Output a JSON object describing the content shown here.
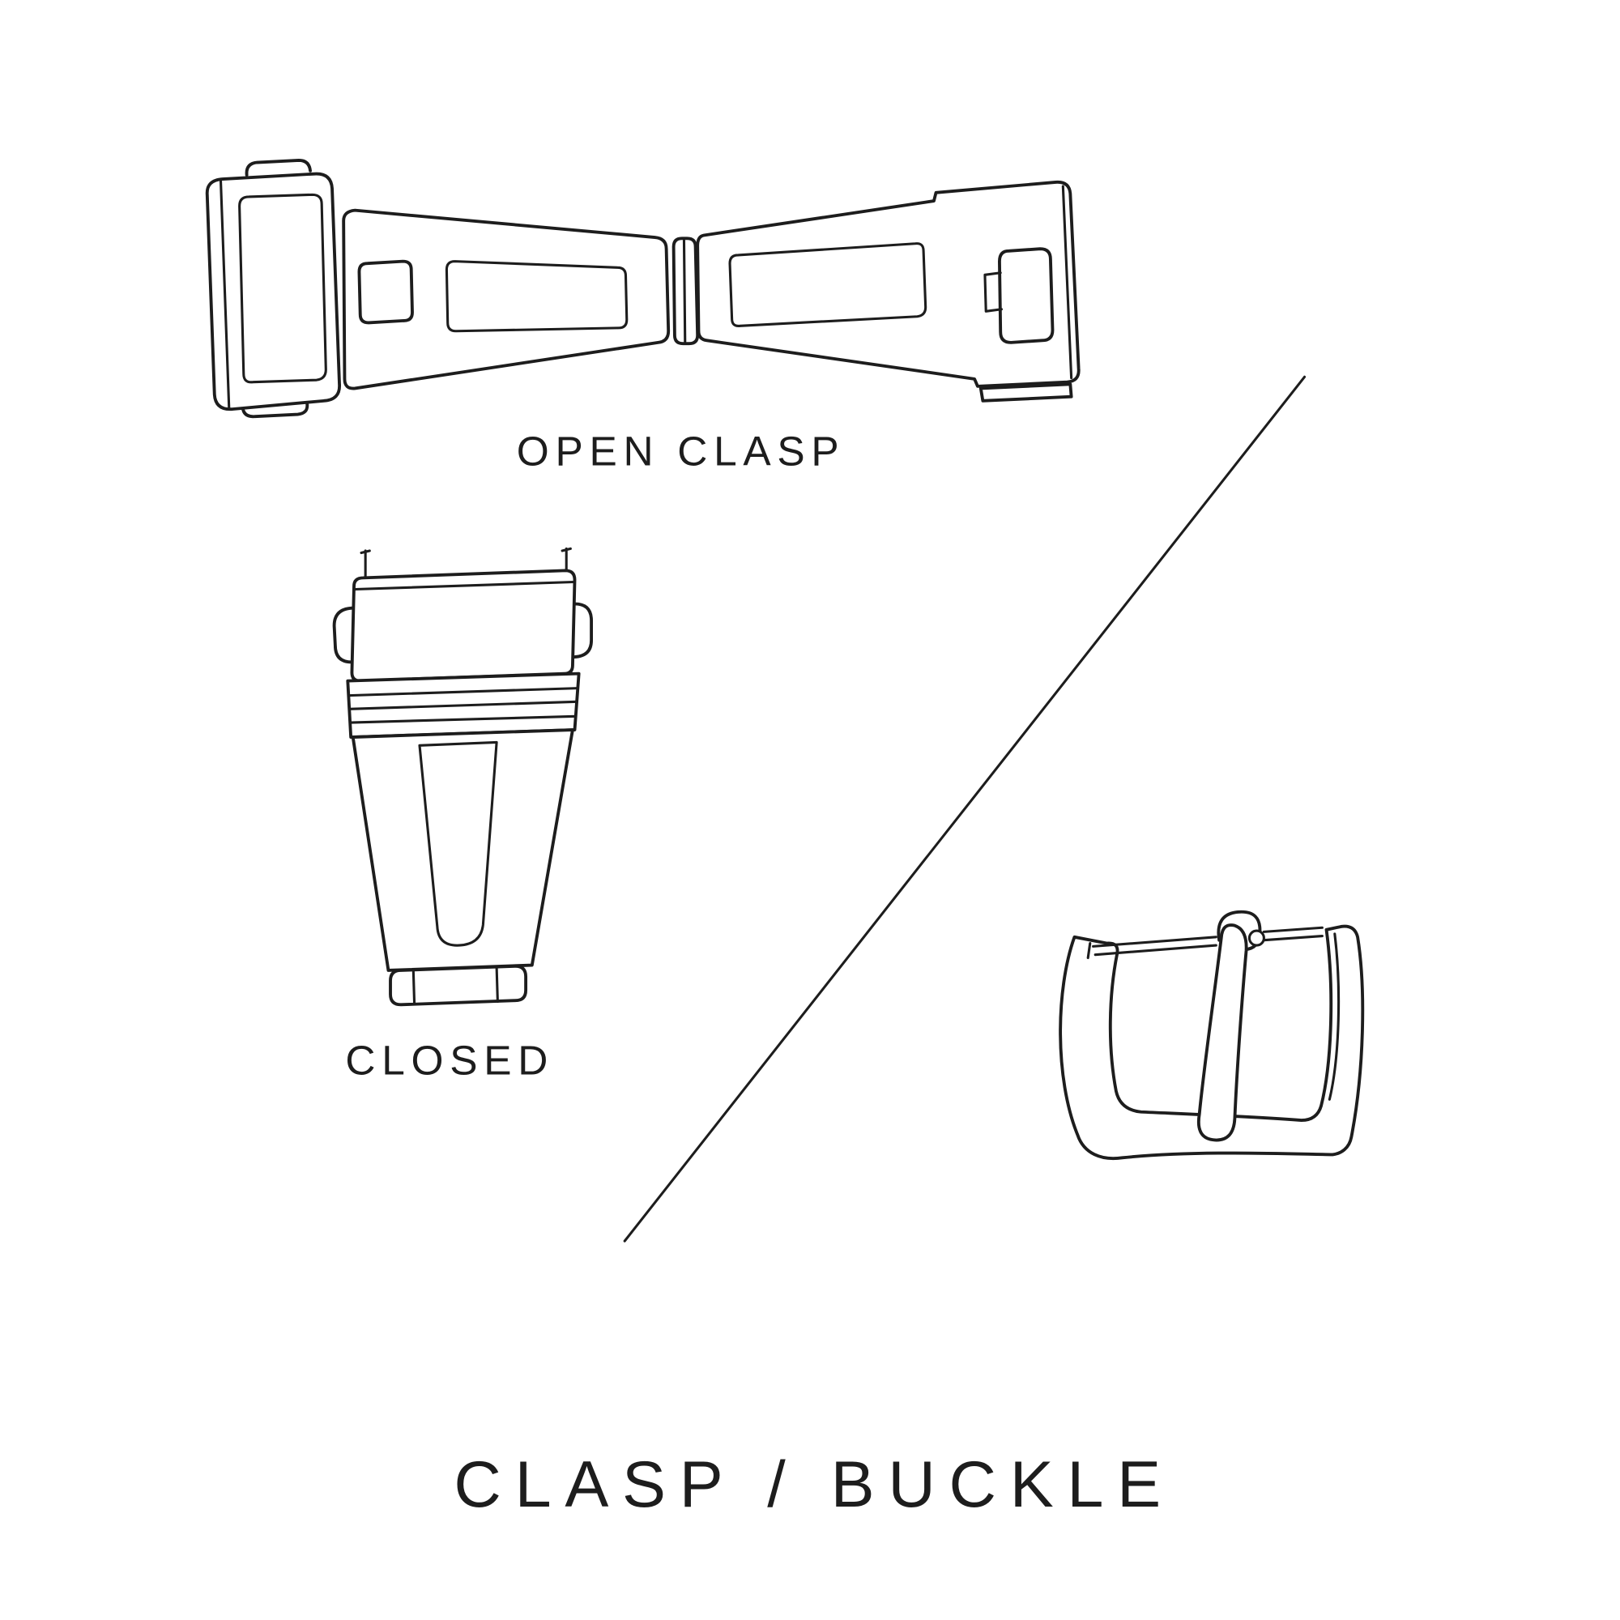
{
  "colors": {
    "line": "#1d1d1d",
    "text": "#1d1d1d",
    "background": "#ffffff"
  },
  "labels": {
    "open_clasp": "OPEN CLASP",
    "closed": "CLOSED"
  },
  "title": "CLASP / BUCKLE",
  "icons": {
    "open_clasp_illustration": "open-deployant-clasp-line-drawing",
    "closed_clasp_illustration": "closed-clasp-line-drawing",
    "buckle_illustration": "tang-buckle-line-drawing",
    "divider": "diagonal-divider-line"
  }
}
